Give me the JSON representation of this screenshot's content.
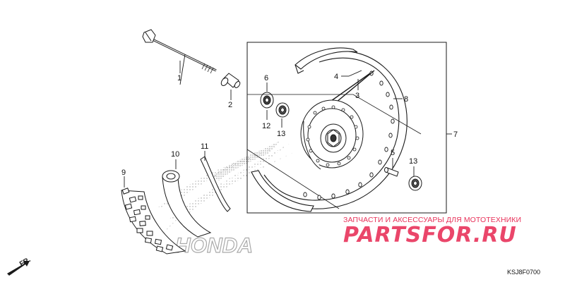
{
  "callouts": [
    {
      "id": "1",
      "part": "front-axle-bolt"
    },
    {
      "id": "2",
      "part": "axle-collar"
    },
    {
      "id": "3",
      "part": "spoke-set"
    },
    {
      "id": "4",
      "part": "spoke-set-b"
    },
    {
      "id": "5",
      "part": "distance-collar"
    },
    {
      "id": "6",
      "part": "dust-seal"
    },
    {
      "id": "7",
      "part": "wheel-assembly"
    },
    {
      "id": "8",
      "part": "rim"
    },
    {
      "id": "9",
      "part": "tire"
    },
    {
      "id": "10",
      "part": "inner-tube"
    },
    {
      "id": "11",
      "part": "rim-band"
    },
    {
      "id": "12",
      "part": "radial-ball-bearing"
    },
    {
      "id": "13",
      "part": "radial-ball-bearing"
    },
    {
      "id": "13",
      "part": "radial-ball-bearing-right"
    }
  ],
  "direction_label": "FR.",
  "watermark": {
    "subtitle": "ЗАПЧАСТИ И АКСЕССУАРЫ ДЛЯ МОТОТЕХНИКИ",
    "brand": "PARTSFOR.RU",
    "color": "#e8325a"
  },
  "honda_watermark": "HONDA",
  "figure_code": "KSJ8F0700",
  "colors": {
    "line": "#1a1a1a",
    "stipple": "#9a9a9a",
    "background": "#ffffff"
  }
}
